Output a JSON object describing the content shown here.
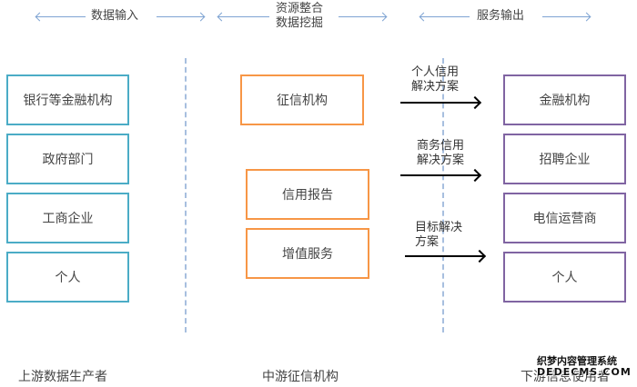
{
  "headers": {
    "left": "数据输入",
    "middle_line1": "资源整合",
    "middle_line2": "数据挖掘",
    "right": "服务输出"
  },
  "upstream": {
    "boxes": [
      "银行等金融机构",
      "政府部门",
      "工商企业",
      "个人"
    ],
    "footer": "上游数据生产者"
  },
  "midstream": {
    "top_box": "征信机构",
    "service_boxes": [
      "信用报告",
      "增值服务"
    ],
    "footer": "中游征信机构"
  },
  "arrows": [
    {
      "line1": "个人信用",
      "line2": "解决方案"
    },
    {
      "line1": "商务信用",
      "line2": "解决方案"
    },
    {
      "line1": "目标解决",
      "line2": "方案"
    }
  ],
  "downstream": {
    "boxes": [
      "金融机构",
      "招聘企业",
      "电信运营商",
      "个人"
    ],
    "footer": "下游信息使用者"
  },
  "watermark": {
    "line1": "织梦内容管理系统",
    "line2": "DEDECMS.COM"
  },
  "colors": {
    "upstream_border": "#4bacc6",
    "midstream_border": "#f79646",
    "downstream_border": "#8064a2",
    "guide_line": "#7fa4d3"
  }
}
